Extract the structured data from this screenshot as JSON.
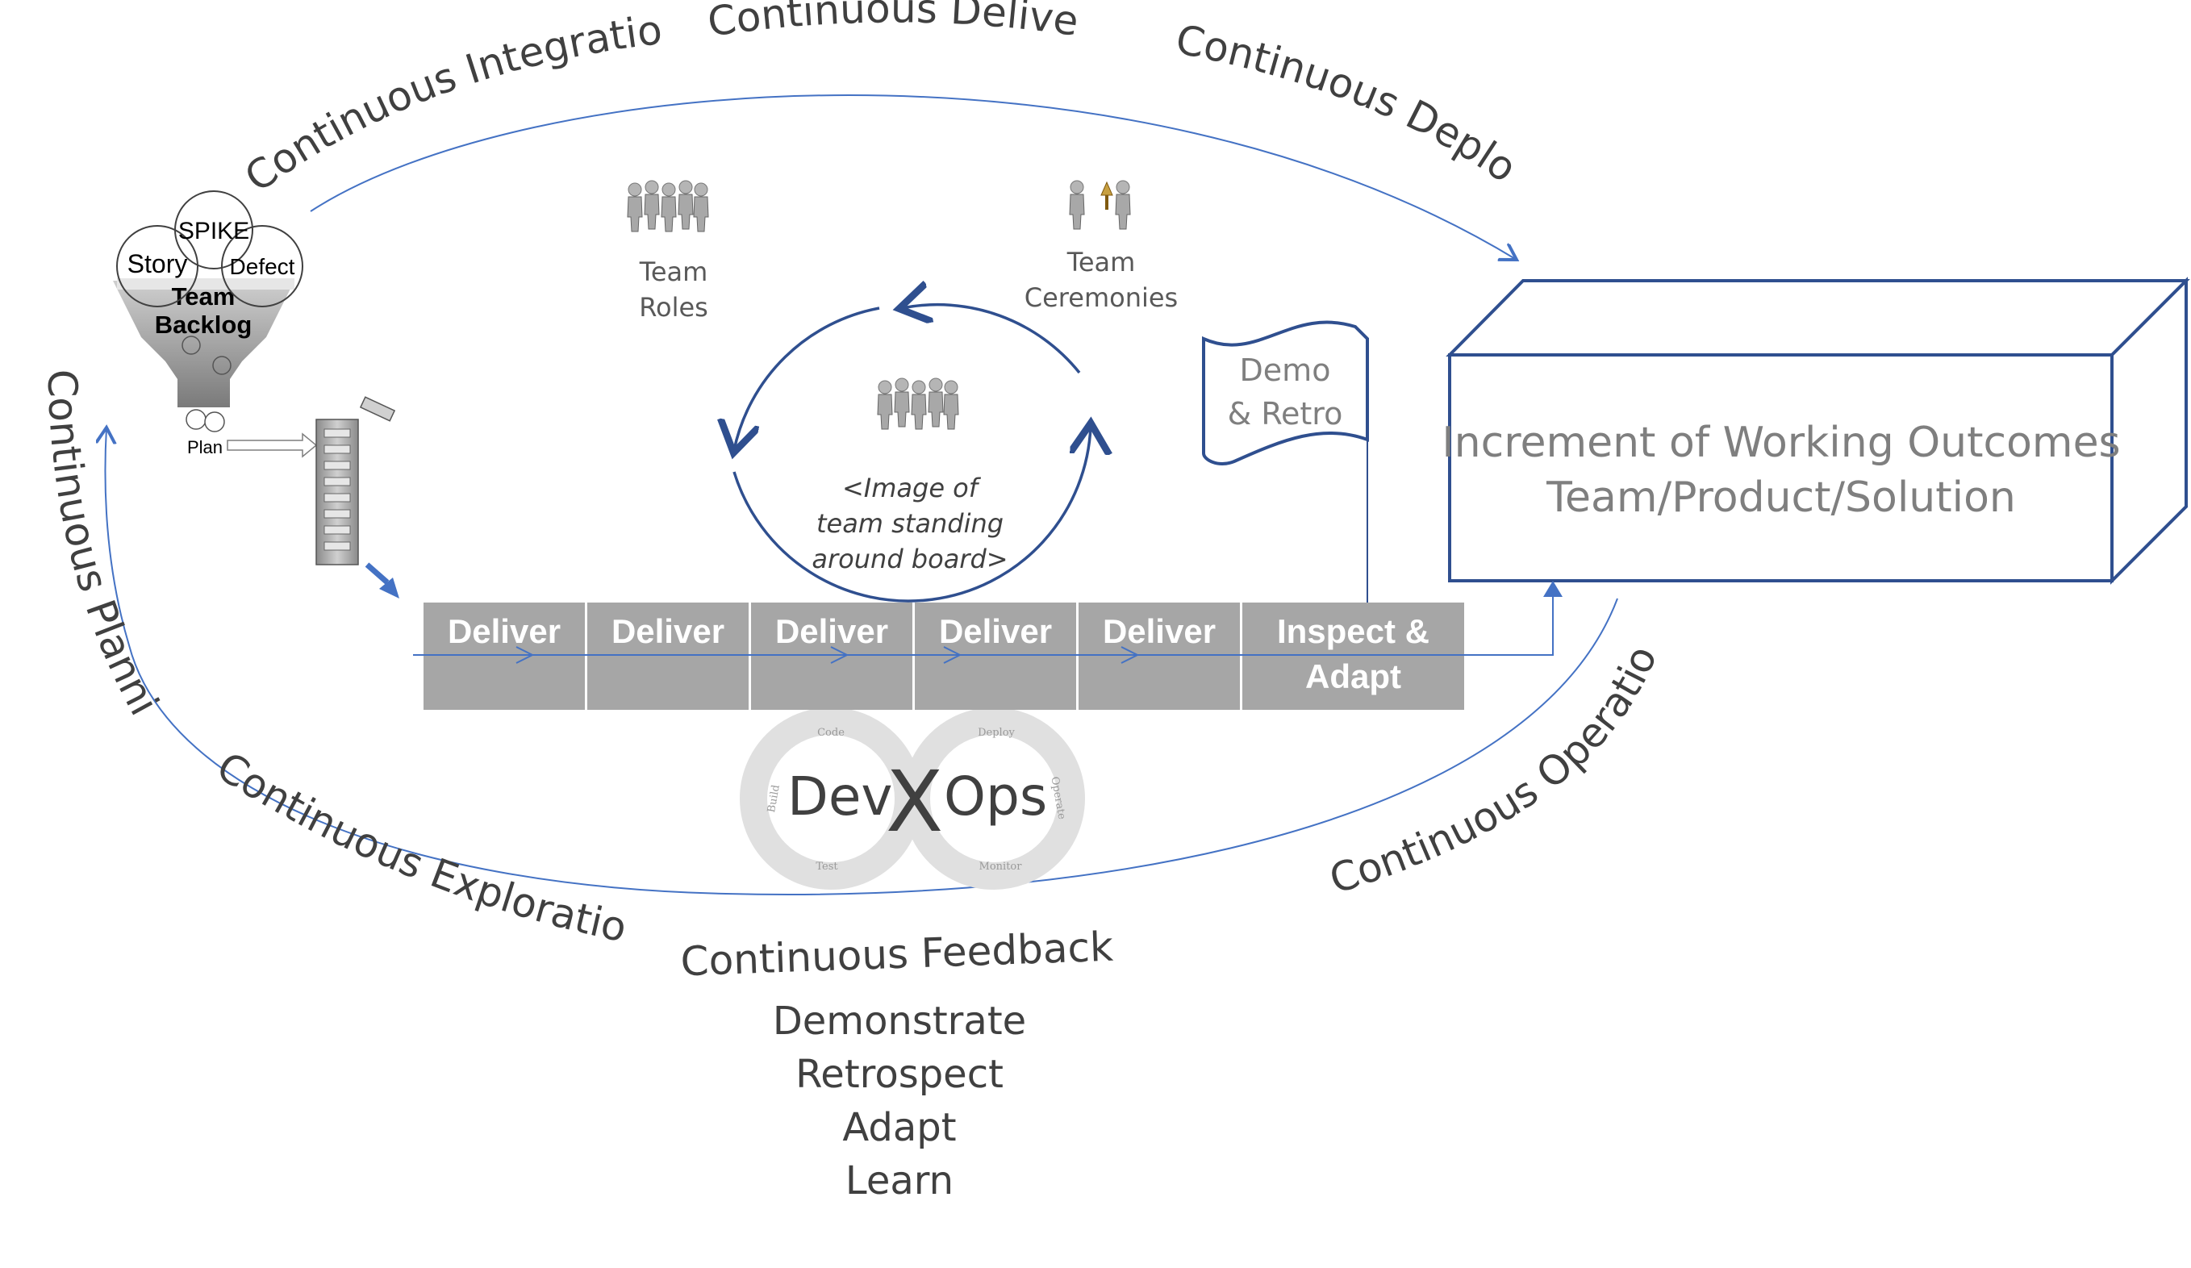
{
  "arc_labels": {
    "integration": "Continuous Integration",
    "delivery": "Continuous Delivery",
    "deploy": "Continuous Deploy",
    "planning": "Continuous Planning",
    "exploration": "Continuous Exploration",
    "operations": "Continuous Operations",
    "feedback": "Continuous Feedback"
  },
  "backlog": {
    "spike": "SPIKE",
    "story": "Story",
    "defect": "Defect",
    "title_line1": "Team",
    "title_line2": "Backlog",
    "plan": "Plan"
  },
  "team_roles": {
    "line1": "Team",
    "line2": "Roles"
  },
  "team_ceremonies": {
    "line1": "Team",
    "line2": "Ceremonies"
  },
  "demo_retro": {
    "line1": "Demo",
    "line2": "& Retro"
  },
  "board_placeholder": {
    "line1": "<Image of",
    "line2": "team standing",
    "line3": "around  board>"
  },
  "increment_box": {
    "line1": "Increment of Working Outcomes",
    "line2": "Team/Product/Solution"
  },
  "delivery_tiles": [
    {
      "label": "Deliver"
    },
    {
      "label": "Deliver"
    },
    {
      "label": "Deliver"
    },
    {
      "label": "Deliver"
    },
    {
      "label": "Deliver"
    }
  ],
  "inspect_tile": {
    "line1": "Inspect &",
    "line2": "Adapt"
  },
  "devxops": {
    "dev": "Dev",
    "x": "X",
    "ops": "Ops",
    "ring_labels": {
      "code": "Code",
      "build": "Build",
      "test": "Test",
      "deploy": "Deploy",
      "operate": "Operate",
      "monitor": "Monitor"
    }
  },
  "feedback_list": [
    "Demonstrate",
    "Retrospect",
    "Adapt",
    "Learn"
  ],
  "colors": {
    "arc_line": "#4472c4",
    "dark_blue": "#2f4f8f",
    "tile_gray": "#a6a6a6",
    "text_dark": "#404040",
    "text_gray": "#7f7f7f"
  }
}
